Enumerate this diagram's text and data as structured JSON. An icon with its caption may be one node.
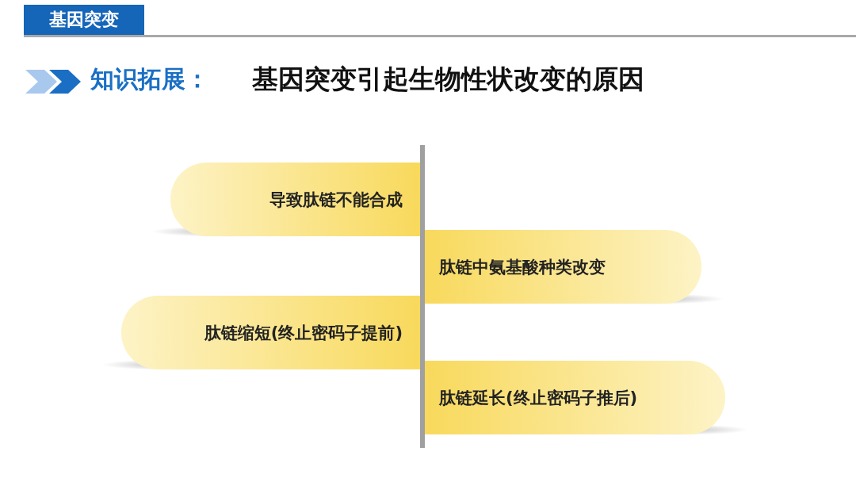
{
  "diagram": {
    "title": "基因突变引起生物性状改变的原因",
    "nodes": [
      {
        "text": [
          "导致肽链不能合成"
        ]
      },
      {
        "text": [
          "肽链中氨基酸种类改变"
        ]
      },
      {
        "text": [
          "肽链缩短(终止密码子提前)"
        ]
      },
      {
        "text": [
          "肽链延长(终止密码子推后)"
        ]
      }
    ],
    "labels": [
      "基因突变",
      "知识拓展："
    ]
  }
}
